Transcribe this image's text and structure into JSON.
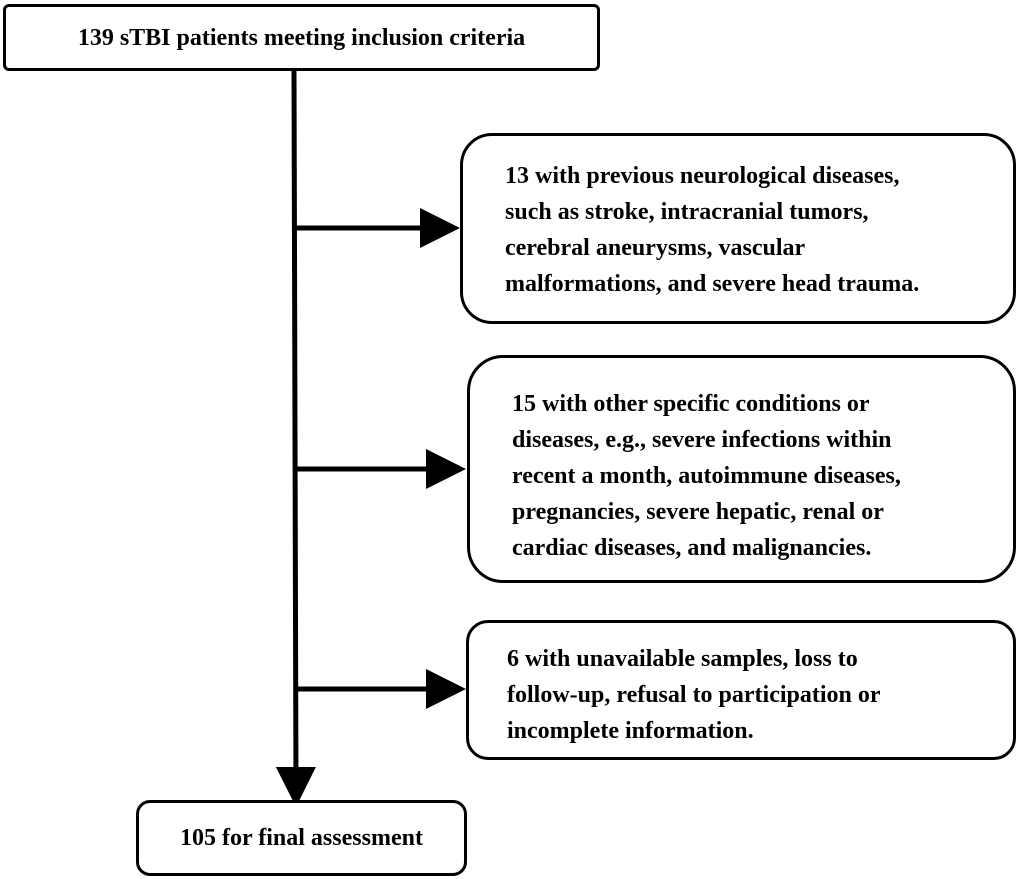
{
  "nodes": {
    "start": {
      "text": "139 sTBI patients meeting inclusion criteria"
    },
    "exclusion_1": {
      "lines": [
        "13 with previous neurological diseases,",
        "such as stroke, intracranial tumors,",
        "cerebral aneurysms, vascular",
        "malformations, and severe head trauma."
      ]
    },
    "exclusion_2": {
      "lines": [
        "15 with other specific conditions or",
        "diseases, e.g., severe infections within",
        "recent a month, autoimmune diseases,",
        "pregnancies, severe hepatic, renal or",
        "cardiac diseases, and malignancies."
      ]
    },
    "exclusion_3": {
      "lines": [
        "6 with unavailable samples, loss to",
        "follow-up, refusal to participation or",
        "incomplete information."
      ]
    },
    "final": {
      "text": "105 for final assessment"
    }
  },
  "colors": {
    "stroke": "#000000",
    "background": "#ffffff"
  }
}
